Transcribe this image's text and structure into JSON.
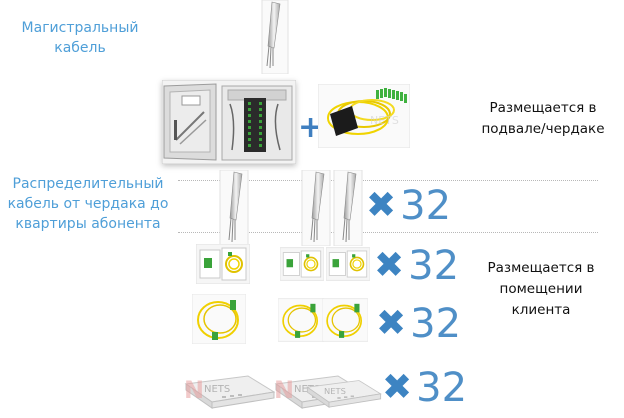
{
  "labels": {
    "backbone_cable": "Магистральный кабель",
    "distribution_cable": "Распределительный кабель от чердака до квартиры абонента",
    "placed_basement": "Размещается в подвале/чердаке",
    "placed_client": "Размещается в помещении клиента"
  },
  "multipliers": [
    {
      "sign": "✖",
      "value": "32"
    },
    {
      "sign": "✖",
      "value": "32"
    },
    {
      "sign": "✖",
      "value": "32"
    },
    {
      "sign": "✖",
      "value": "32"
    }
  ],
  "plus_sign": "+",
  "logo_text": "NETS"
}
